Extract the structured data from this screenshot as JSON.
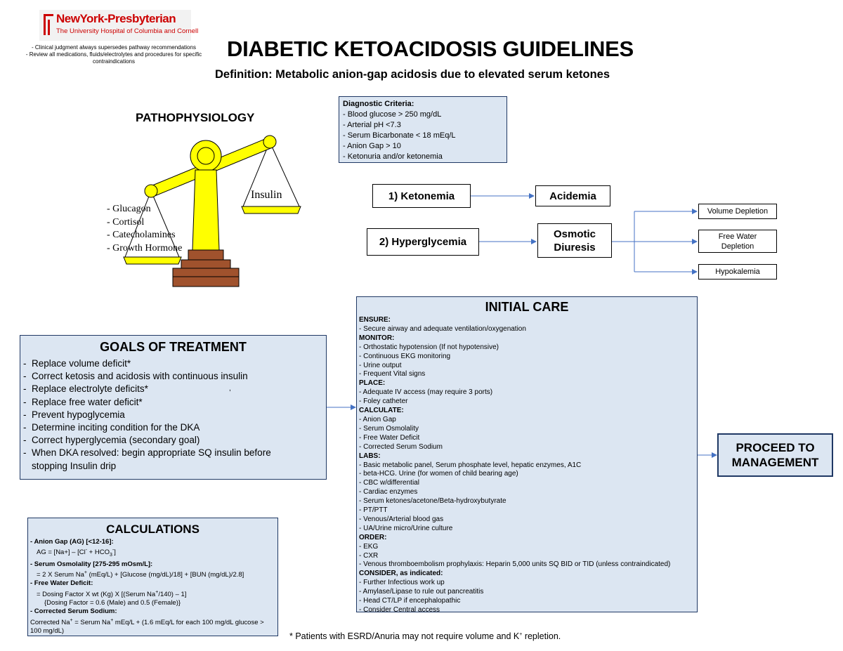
{
  "logo": {
    "name": "NewYork-Presbyterian",
    "tagline": "The University Hospital of Columbia and Cornell"
  },
  "disclaimer": [
    "- Clinical judgment always supersedes pathway recommendations",
    "- Review all medications, fluids/electrolytes and procedures for specific",
    "contraindications"
  ],
  "title": "DIABETIC KETOACIDOSIS GUIDELINES",
  "definition": "Definition: Metabolic anion-gap acidosis due to elevated serum ketones",
  "pathophysiology": {
    "heading": "PATHOPHYSIOLOGY",
    "left_items": [
      "- Glucagon",
      "- Cortisol",
      "- Catecholamines",
      "- Growth Hormone"
    ],
    "right_label": "Insulin"
  },
  "diagnostic": {
    "heading": "Diagnostic Criteria:",
    "items": [
      "- Blood glucose > 250 mg/dL",
      "- Arterial pH <7.3",
      "- Serum Bicarbonate < 18 mEq/L",
      "- Anion Gap > 10",
      "- Ketonuria and/or ketonemia"
    ]
  },
  "flow": {
    "ketonemia": "1) Ketonemia",
    "acidemia": "Acidemia",
    "hyperglycemia": "2) Hyperglycemia",
    "osmotic": "Osmotic Diuresis",
    "volume_depletion": "Volume Depletion",
    "free_water": "Free Water Depletion",
    "hypokalemia": "Hypokalemia"
  },
  "goals": {
    "heading": "GOALS OF TREATMENT",
    "items": [
      "Replace volume deficit*",
      "Correct ketosis and acidosis with continuous insulin",
      "Replace electrolyte deficits*",
      "Replace free water deficit*",
      "Prevent hypoglycemia",
      "Determine inciting condition for the DKA",
      "Correct hyperglycemia (secondary goal)",
      "When DKA resolved: begin appropriate SQ insulin before stopping Insulin drip"
    ],
    "stray_mark": ","
  },
  "initial_care": {
    "heading": "INITIAL CARE",
    "sections": [
      {
        "title": "ENSURE:",
        "items": [
          "Secure airway and adequate ventilation/oxygenation"
        ]
      },
      {
        "title": "MONITOR:",
        "items": [
          "Orthostatic hypotension (If not hypotensive)",
          "Continuous EKG monitoring",
          "Urine output",
          "Frequent Vital signs"
        ]
      },
      {
        "title": "PLACE:",
        "items": [
          "Adequate IV access (may require 3 ports)",
          "Foley catheter"
        ]
      },
      {
        "title": "CALCULATE:",
        "items": [
          "Anion Gap",
          "Serum Osmolality",
          "Free Water Deficit",
          "Corrected Serum Sodium"
        ]
      },
      {
        "title": "LABS:",
        "items": [
          "Basic metabolic panel, Serum phosphate level, hepatic enzymes, A1C",
          "beta-HCG. Urine (for women of child bearing age)",
          "CBC w/differential",
          "Cardiac enzymes",
          "Serum ketones/acetone/Beta-hydroxybutyrate",
          "PT/PTT",
          "Venous/Arterial blood gas",
          "UA/Urine micro/Urine culture"
        ]
      },
      {
        "title": "ORDER:",
        "items": [
          "EKG",
          "CXR",
          "Venous thromboembolism prophylaxis: Heparin 5,000 units SQ BID or TID (unless contraindicated)"
        ]
      },
      {
        "title": "CONSIDER, as indicated:",
        "items": [
          "Further Infectious work up",
          "Amylase/Lipase to rule out pancreatitis",
          "Head CT/LP if encephalopathic",
          "Consider Central access"
        ]
      }
    ]
  },
  "proceed": "PROCEED TO MANAGEMENT",
  "calculations": {
    "heading": "CALCULATIONS",
    "ag_title": "- Anion Gap (AG) [<12-16]:",
    "ag_formula": "AG = [Na+] – [Cl- + HCO3-]",
    "osm_title": "- Serum Osmolality [275-295 mOsm/L]:",
    "osm_formula": "= 2 X Serum Na+ (mEq/L) + [Glucose (mg/dL)/18] + [BUN (mg/dL)/2.8]",
    "fwd_title": "- Free Water Deficit:",
    "fwd_formula": "= Dosing Factor X wt (Kg) X [(Serum Na+/140) – 1]",
    "fwd_note": "{Dosing Factor = 0.6 (Male) and 0.5 (Female)}",
    "csn_title": "- Corrected Serum Sodium:",
    "csn_formula": "Corrected Na+ = Serum Na+ mEq/L + (1.6 mEq/L for each 100 mg/dL glucose > 100 mg/dL)"
  },
  "footnote": "* Patients with ESRD/Anuria may not require volume and K+ repletion.",
  "colors": {
    "box_fill": "#dce6f2",
    "box_border": "#1f3864",
    "arrow": "#4472c4",
    "scale_yellow": "#ffff00",
    "scale_base": "#a0522d",
    "logo_red": "#cc0000"
  }
}
